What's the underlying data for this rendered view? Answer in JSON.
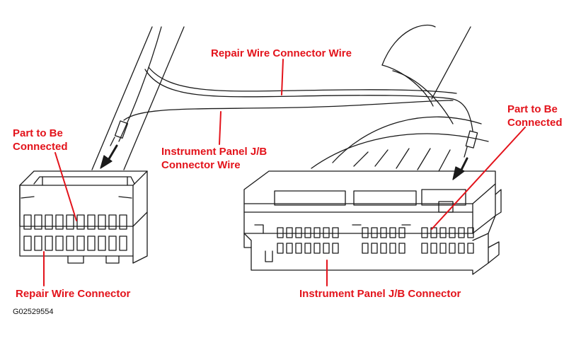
{
  "figure_id": "G02529554",
  "colors": {
    "label": "#e3131b",
    "line": "#1a1a1a",
    "leader": "#e3131b"
  },
  "labels": {
    "repair_wire_connector_wire": "Repair Wire Connector Wire",
    "part_left_line1": "Part to Be",
    "part_left_line2": "Connected",
    "part_right_line1": "Part to Be",
    "part_right_line2": "Connected",
    "ip_jb_connector_wire_line1": "Instrument Panel J/B",
    "ip_jb_connector_wire_line2": "Connector Wire",
    "repair_wire_connector": "Repair Wire Connector",
    "ip_jb_connector": "Instrument Panel J/B Connector"
  }
}
